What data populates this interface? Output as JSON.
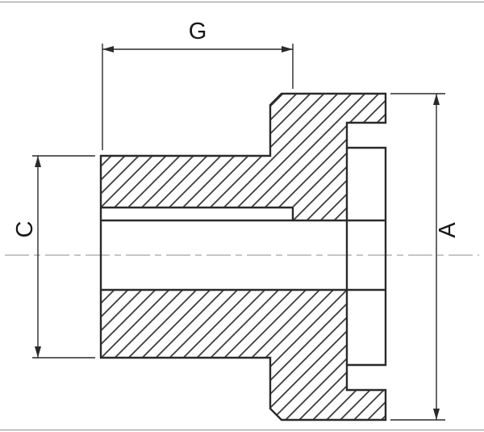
{
  "drawing": {
    "kind": "coupling-half-cross-section",
    "dimension_labels": {
      "g": "G",
      "c": "C",
      "a": "A"
    },
    "colors": {
      "line": "#2a2a2a",
      "centerline": "#b3b3b3",
      "background": "#ffffff"
    }
  }
}
